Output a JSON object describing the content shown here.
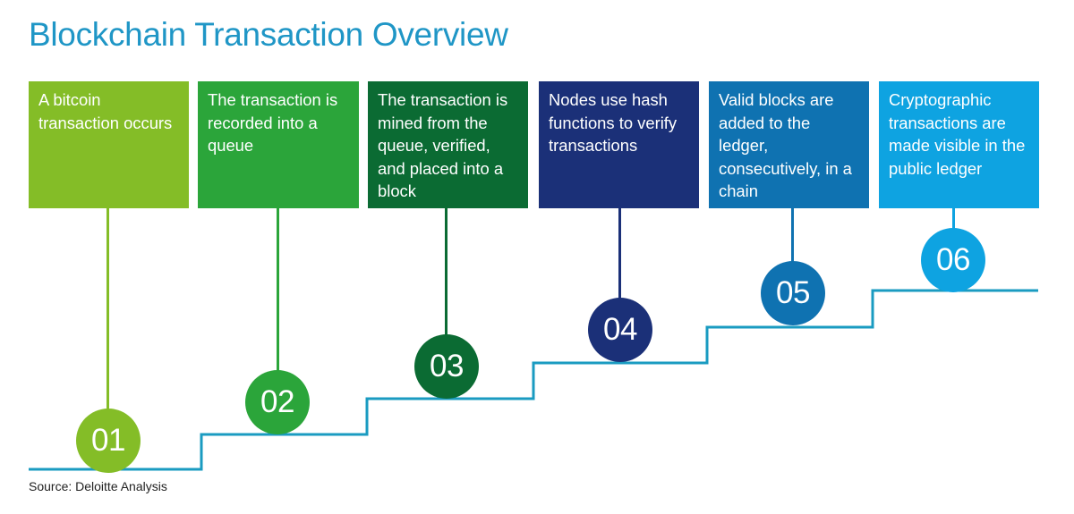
{
  "title": "Blockchain Transaction Overview",
  "source": "Source: Deloitte Analysis",
  "colors": {
    "title": "#1f96c6",
    "stair_line": "#1a9bc1"
  },
  "steps": [
    {
      "number": "01",
      "text": "A bitcoin transaction occurs",
      "color": "#84bd27"
    },
    {
      "number": "02",
      "text": "The transaction is recorded into a queue",
      "color": "#2ba53a"
    },
    {
      "number": "03",
      "text": "The transaction is mined from the queue, verified, and placed into a block",
      "color": "#0b6b33"
    },
    {
      "number": "04",
      "text": "Nodes use hash functions to verify transactions",
      "color": "#1b3078"
    },
    {
      "number": "05",
      "text": "Valid blocks are added to the ledger, consecutively, in a chain",
      "color": "#0f72b1"
    },
    {
      "number": "06",
      "text": "Cryptographic transactions are made visible in the public ledger",
      "color": "#0ea3e1"
    }
  ]
}
